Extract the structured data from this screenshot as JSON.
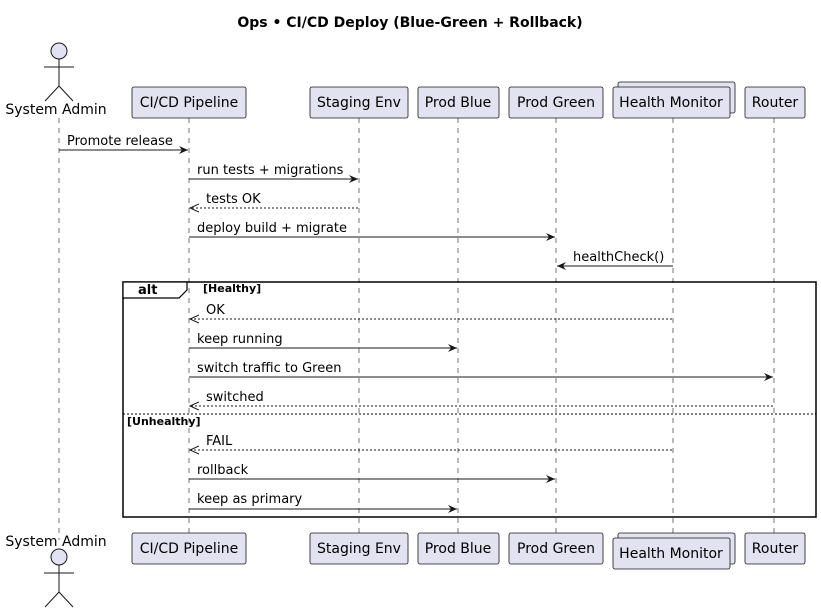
{
  "diagram": {
    "title": "Ops • CI/CD Deploy (Blue-Green + Rollback)",
    "participants": {
      "admin": "System Admin",
      "pipeline": "CI/CD Pipeline",
      "staging": "Staging Env",
      "blue": "Prod Blue",
      "green": "Prod Green",
      "monitor": "Health Monitor",
      "router": "Router"
    },
    "messages": {
      "m1": "Promote release",
      "m2": "run tests + migrations",
      "m3": "tests OK",
      "m4": "deploy build + migrate",
      "m5": "healthCheck()",
      "m6": "OK",
      "m7": "keep running",
      "m8": "switch traffic to Green",
      "m9": "switched",
      "m10": "FAIL",
      "m11": "rollback",
      "m12": "keep as primary"
    },
    "fragment": {
      "keyword": "alt",
      "guard_healthy": "[Healthy]",
      "guard_unhealthy": "[Unhealthy]"
    }
  }
}
